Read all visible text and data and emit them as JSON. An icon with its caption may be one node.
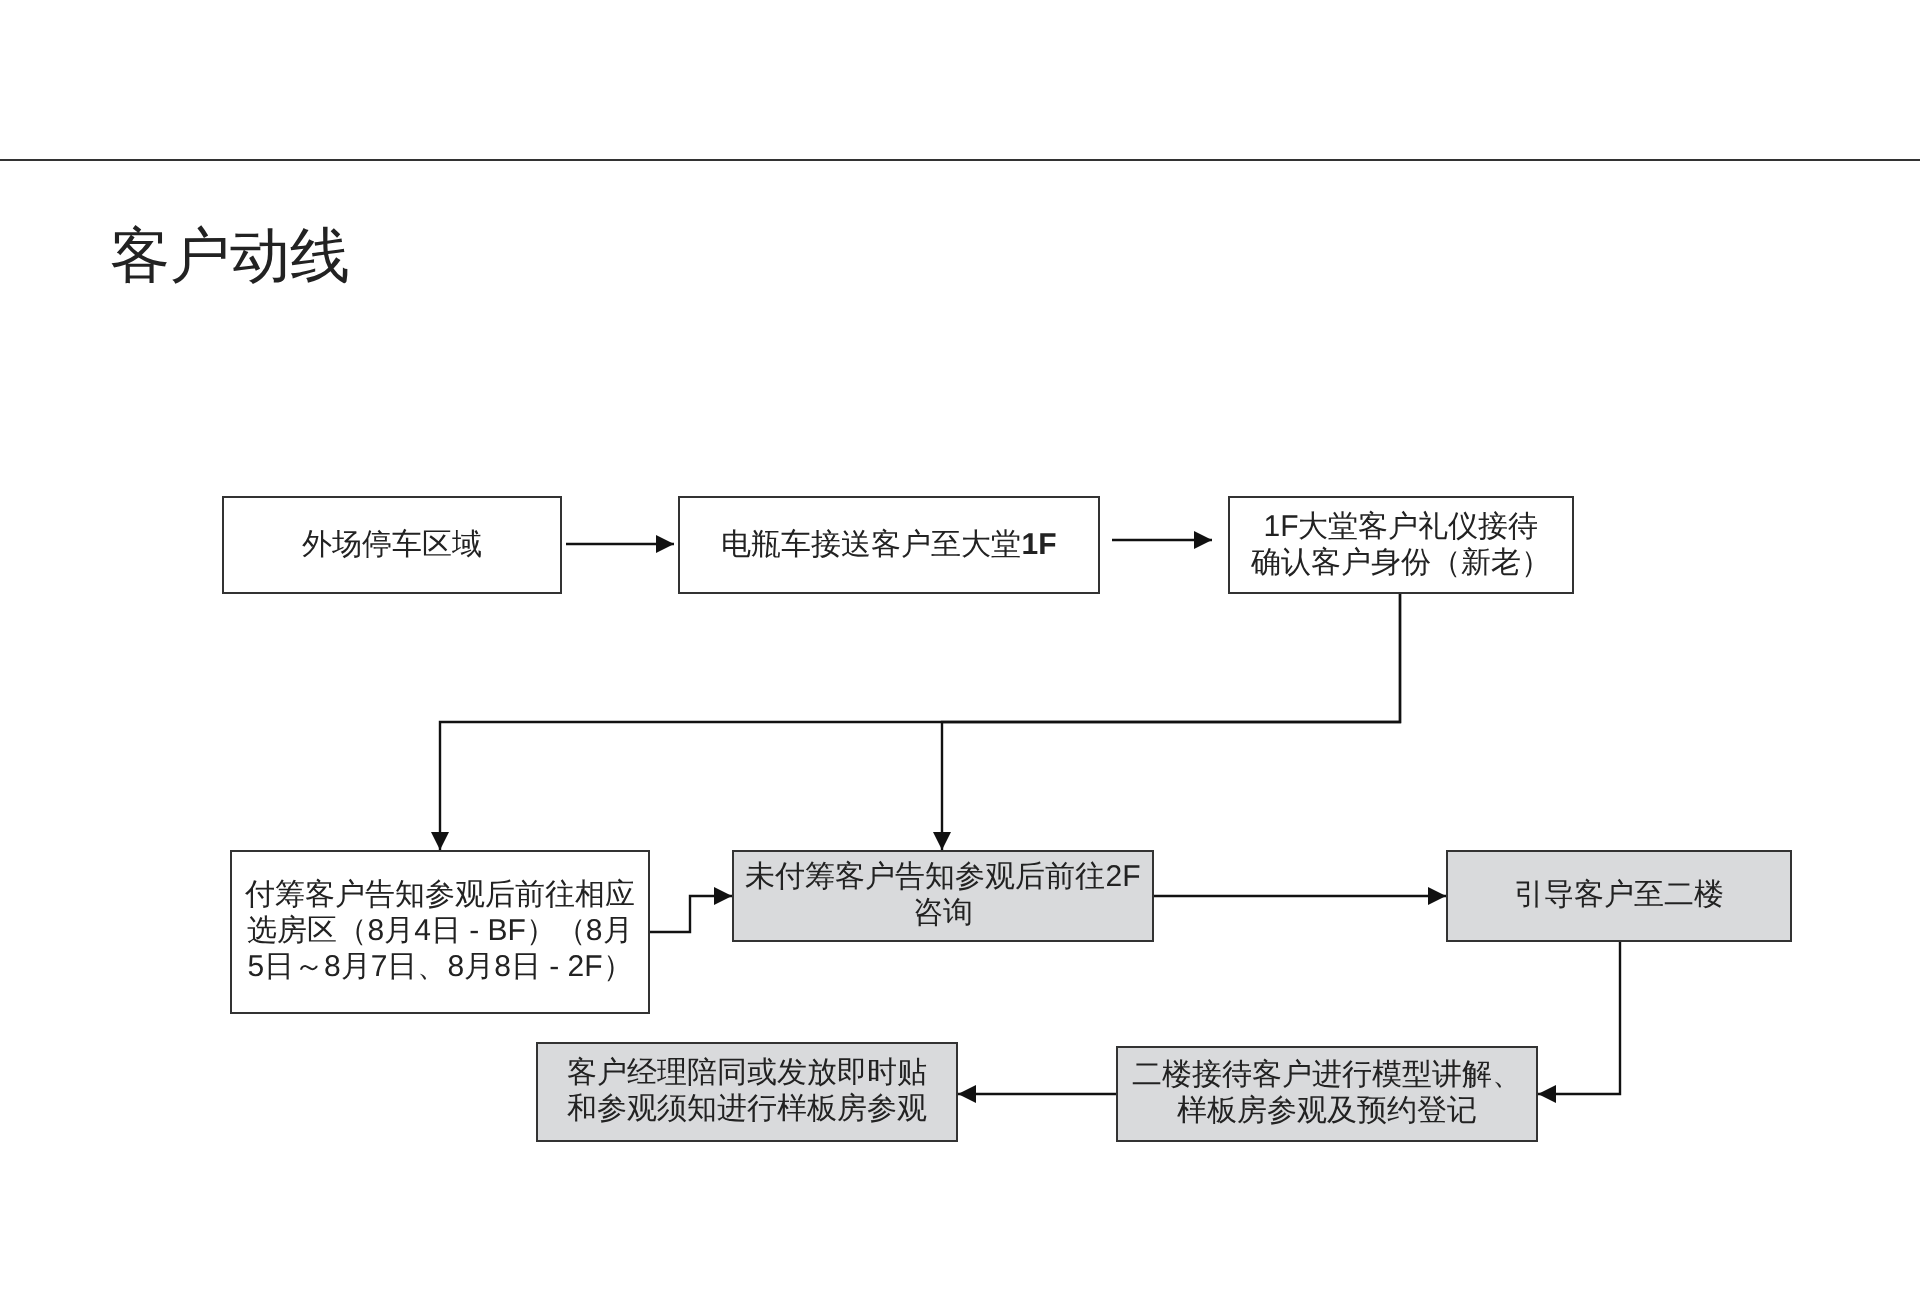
{
  "diagram": {
    "title": "客户动线",
    "nodes": [
      {
        "text": [
          "外场停车区域"
        ]
      },
      {
        "text": [
          "电瓶车接送客户至大堂**1F**"
        ]
      },
      {
        "text": [
          "1F大堂客户礼仪接待确认客户身份（新老）"
        ]
      },
      {
        "text": [
          "付筹客户告知参观后前往相应选房区（8月4日 - BF）（8月5日～8月7日、8月8日 - 2F）"
        ]
      },
      {
        "text": [
          "未付筹客户告知参观后前往2F咨询"
        ]
      },
      {
        "text": [
          "引导客户至二楼"
        ]
      },
      {
        "text": [
          "二楼接待客户进行模型讲解、样板房参观及预约登记"
        ]
      },
      {
        "text": [
          "客户经理陪同或发放即时贴和参观须知进行样板房参观"
        ]
      }
    ],
    "edges": [
      {
        "from": 0,
        "to": 1,
        "arrow": "to"
      },
      {
        "from": 1,
        "to": 2,
        "arrow": "to"
      },
      {
        "from": 2,
        "to": 3,
        "arrow": "to"
      },
      {
        "from": 2,
        "to": 4,
        "arrow": "to"
      },
      {
        "from": 3,
        "to": 4,
        "arrow": "to"
      },
      {
        "from": 4,
        "to": 5,
        "arrow": "to"
      },
      {
        "from": 5,
        "to": 6,
        "arrow": "to"
      },
      {
        "from": 6,
        "to": 7,
        "arrow": "to"
      }
    ]
  }
}
